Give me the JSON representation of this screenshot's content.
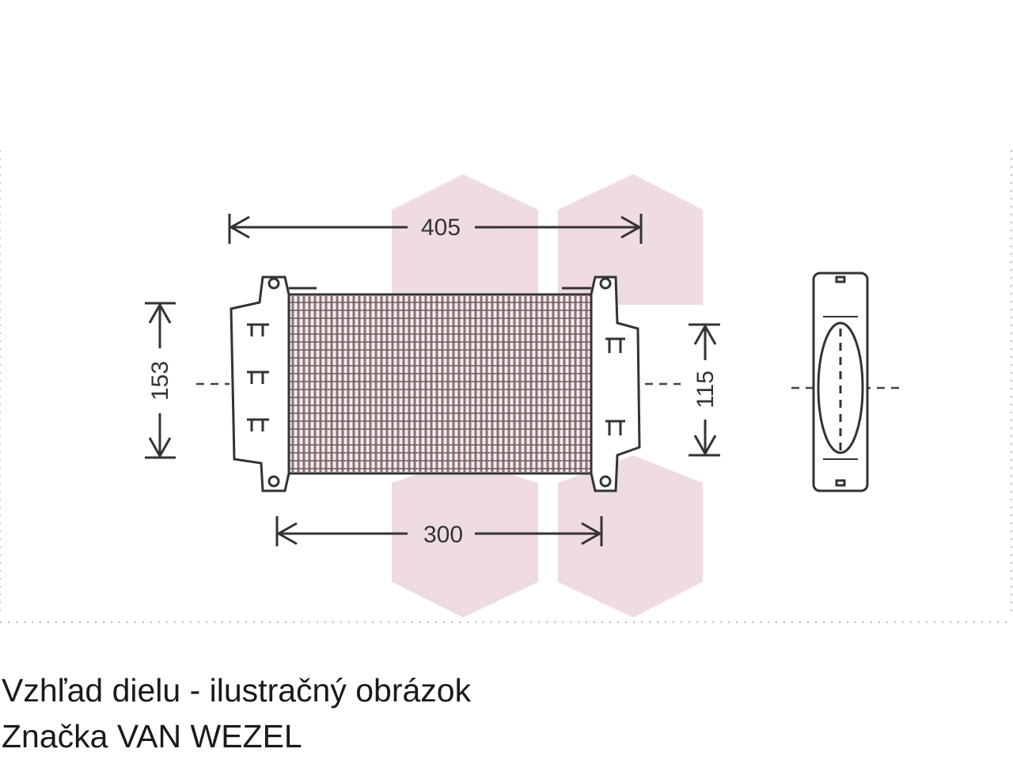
{
  "dimensions": {
    "width_top": "405",
    "height_left": "153",
    "height_right": "115",
    "width_bottom": "300"
  },
  "caption": {
    "line1": "Vzhľad dielu - ilustračný obrázok",
    "line2": "Značka VAN WEZEL"
  },
  "colors": {
    "line": "#333333",
    "watermark": "#e9c9cf",
    "core_fill": "#b7a1a4"
  },
  "watermark": {
    "icon": "van-wezel-logo-watermark"
  }
}
